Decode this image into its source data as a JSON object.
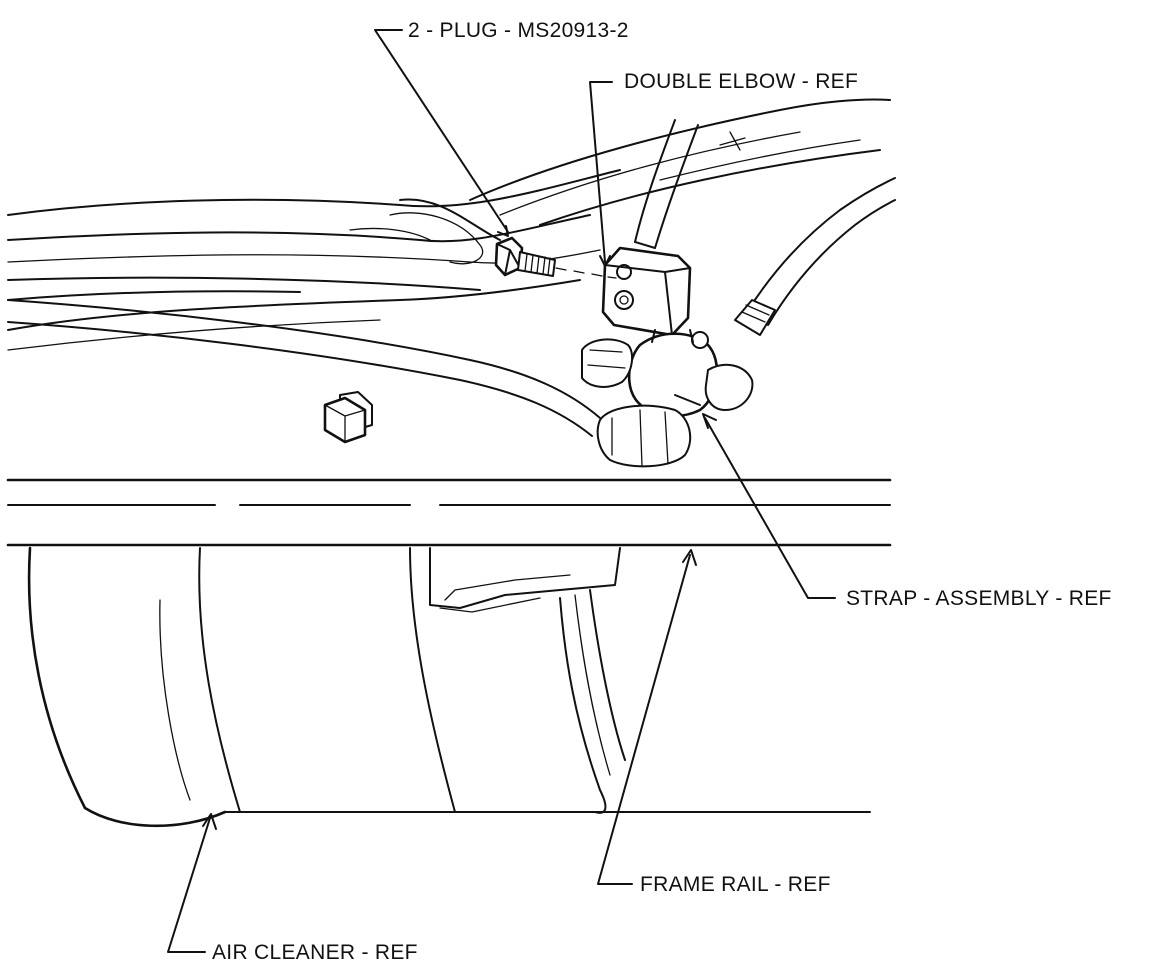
{
  "labels": {
    "plug": "2 - PLUG - MS20913-2",
    "double_elbow": "DOUBLE ELBOW - REF",
    "strap_assembly": "STRAP - ASSEMBLY - REF",
    "frame_rail": "FRAME RAIL - REF",
    "air_cleaner": "AIR CLEANER - REF"
  },
  "colors": {
    "ink": "#111111",
    "paper": "#ffffff"
  }
}
